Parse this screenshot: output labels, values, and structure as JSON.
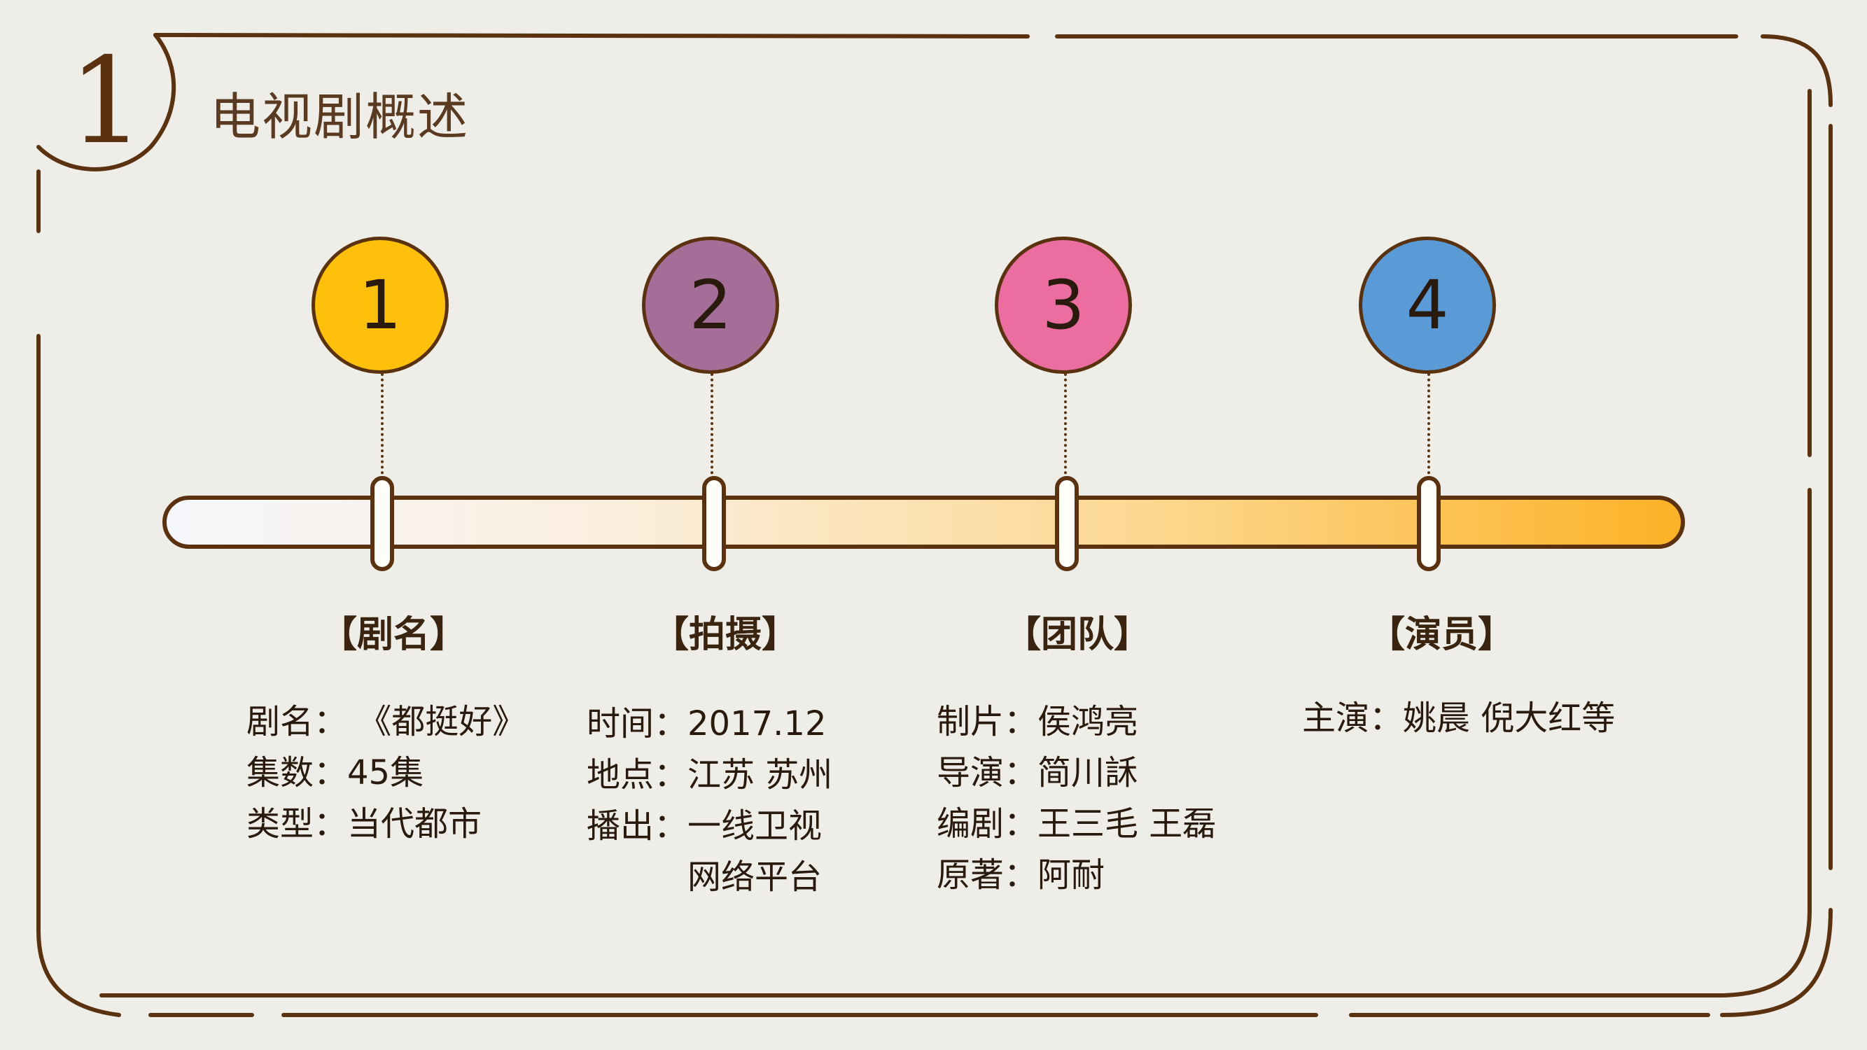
{
  "section": {
    "number": "1",
    "title": "电视剧概述"
  },
  "colors": {
    "frame": "#5a3210",
    "background": "#eeede7",
    "bar_start": "#f6f7fb",
    "bar_end": "#fcb226"
  },
  "steps": [
    {
      "number": "1",
      "color": "#fec00b",
      "heading": "【剧名】",
      "lines": [
        "剧名：  《都挺好》",
        "集数：45集",
        "类型：当代都市"
      ]
    },
    {
      "number": "2",
      "color": "#a56e99",
      "heading": "【拍摄】",
      "lines": [
        "时间：2017.12",
        "地点：江苏 苏州",
        "播出：一线卫视",
        "　　　网络平台"
      ]
    },
    {
      "number": "3",
      "color": "#ec6da0",
      "heading": "【团队】",
      "lines": [
        "制片：侯鸿亮",
        "导演：简川訸",
        "编剧：王三毛  王磊",
        "原著：阿耐"
      ]
    },
    {
      "number": "4",
      "color": "#5a9ad6",
      "heading": "【演员】",
      "lines": [
        "主演：姚晨  倪大红等"
      ]
    }
  ]
}
